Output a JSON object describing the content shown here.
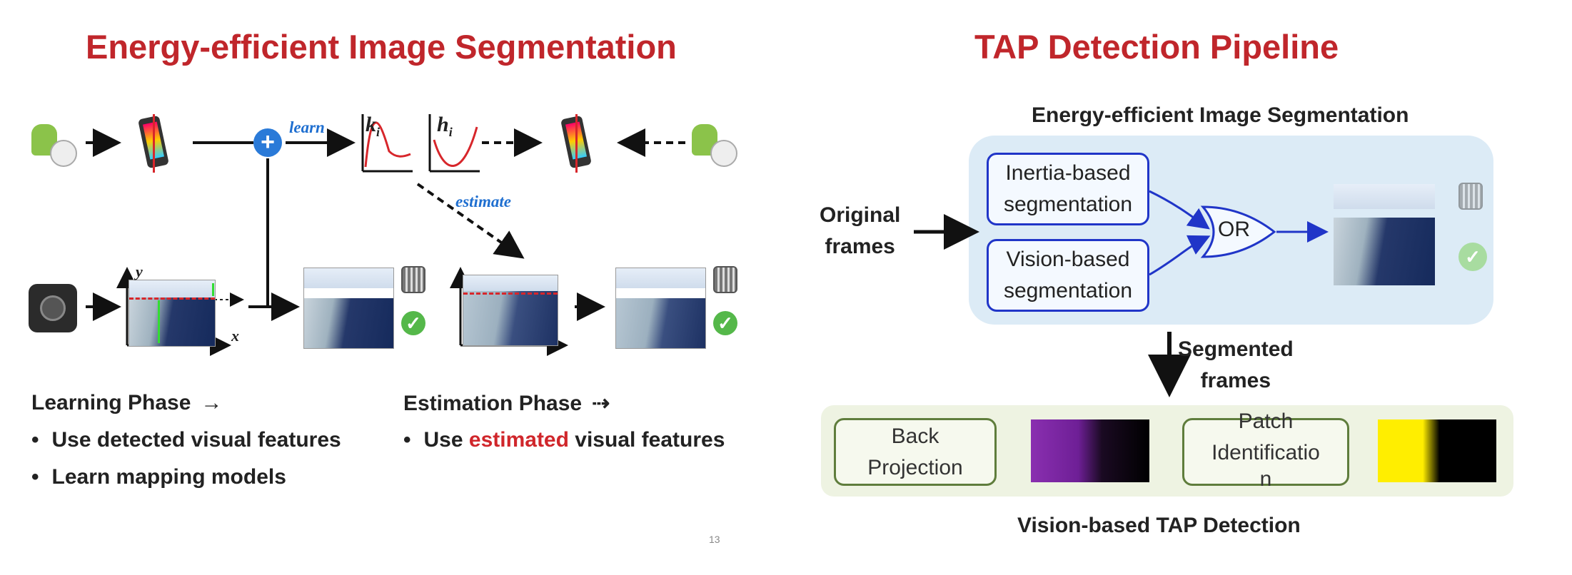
{
  "left": {
    "title": "Energy-efficient Image Segmentation",
    "learn_label": "learn",
    "estimate_label": "estimate",
    "k_label": "k",
    "h_label": "h",
    "sub_i": "i",
    "axis_y": "y",
    "axis_x": "x",
    "learning_phase": "Learning Phase",
    "learning_bullets": [
      "Use detected visual features",
      "Learn mapping models"
    ],
    "estimation_phase": "Estimation Phase",
    "estimation_bullet_pre": "Use ",
    "estimation_bullet_highlight": "estimated",
    "estimation_bullet_post": " visual features",
    "page_number": "13"
  },
  "right": {
    "title": "TAP Detection Pipeline",
    "segmentation_header": "Energy-efficient Image Segmentation",
    "original_frames": [
      "Original",
      "frames"
    ],
    "inertia_box": [
      "Inertia-based",
      "segmentation"
    ],
    "vision_box": [
      "Vision-based",
      "segmentation"
    ],
    "or_label": "OR",
    "segmented_frames": [
      "Segmented",
      "frames"
    ],
    "back_projection": [
      "Back",
      "Projection"
    ],
    "patch_identification": [
      "Patch",
      "Identificatio",
      "n"
    ],
    "footer": "Vision-based TAP Detection"
  },
  "colors": {
    "title_red": "#c0262b",
    "blue_box": "#2035c8",
    "green_box": "#5f7d3c",
    "learn_blue": "#1f6fd0",
    "highlight_red": "#d0262b"
  }
}
